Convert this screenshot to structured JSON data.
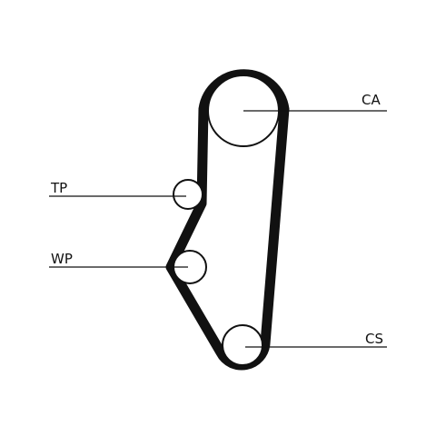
{
  "labels": {
    "camshaft": "CA",
    "tensioner": "TP",
    "water_pump": "WP",
    "crankshaft": "CS"
  },
  "colors": {
    "ink": "#111111",
    "background": "#ffffff"
  }
}
